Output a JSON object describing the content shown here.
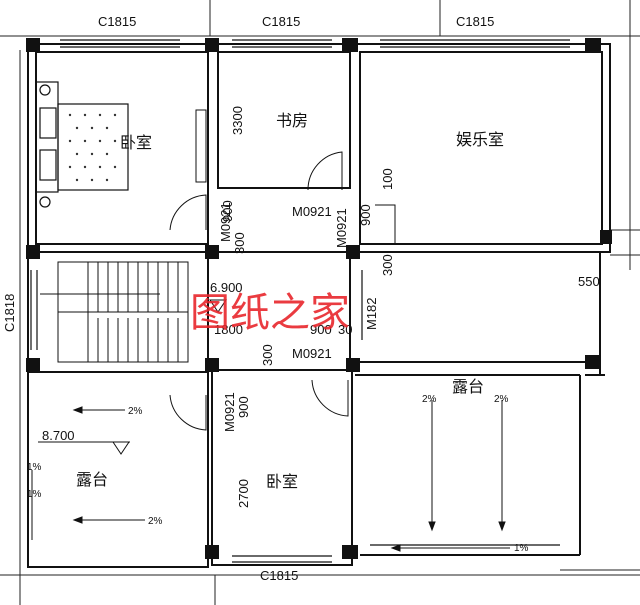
{
  "rooms": {
    "bedroom_top": "卧室",
    "study": "书房",
    "entertainment": "娱乐室",
    "terrace_right": "露台",
    "terrace_left": "露台",
    "bedroom_bottom": "卧室"
  },
  "windows": {
    "top_left": "C1815",
    "top_mid": "C1815",
    "top_right": "C1815",
    "bottom": "C1815",
    "left_side": "C1818",
    "right_side": "M182"
  },
  "doors": {
    "study_door": "M0921",
    "entertainment_door": "M0921",
    "hall_door": "M0921",
    "bedroom_top_door": "M0921",
    "bedroom_bottom_door": "M0921"
  },
  "dimensions": {
    "study_height": "3300",
    "left_900_top": "900",
    "left_300_top": "300",
    "right_900_top": "900",
    "right_100": "100",
    "right_300": "300",
    "hall_300": "300",
    "hall_1800": "1800",
    "hall_900": "900",
    "hall_30": "30",
    "bedroom_900": "900",
    "bedroom_2700": "2700",
    "dim_550": "550"
  },
  "elevations": {
    "stair_level": "6.900",
    "terrace_level": "8.700"
  },
  "slopes": {
    "terrace_left_top": "2%",
    "terrace_left_bottom": "2%",
    "terrace_left_side1": "1%",
    "terrace_left_side2": "1%",
    "terrace_right_1": "2%",
    "terrace_right_2": "2%",
    "terrace_right_bottom": "1%"
  },
  "watermark": "图纸之家"
}
